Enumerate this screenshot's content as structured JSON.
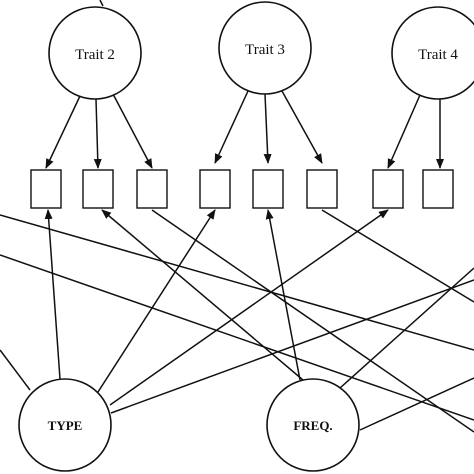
{
  "diagram": {
    "type": "structural-equation-model",
    "latent_traits": [
      {
        "id": "trait2",
        "label": "Trait 2"
      },
      {
        "id": "trait3",
        "label": "Trait 3"
      },
      {
        "id": "trait4",
        "label": "Trait 4"
      }
    ],
    "method_factors": [
      {
        "id": "type",
        "label": "TYPE"
      },
      {
        "id": "freq",
        "label": "FREQ."
      }
    ],
    "indicator_count": 8
  }
}
